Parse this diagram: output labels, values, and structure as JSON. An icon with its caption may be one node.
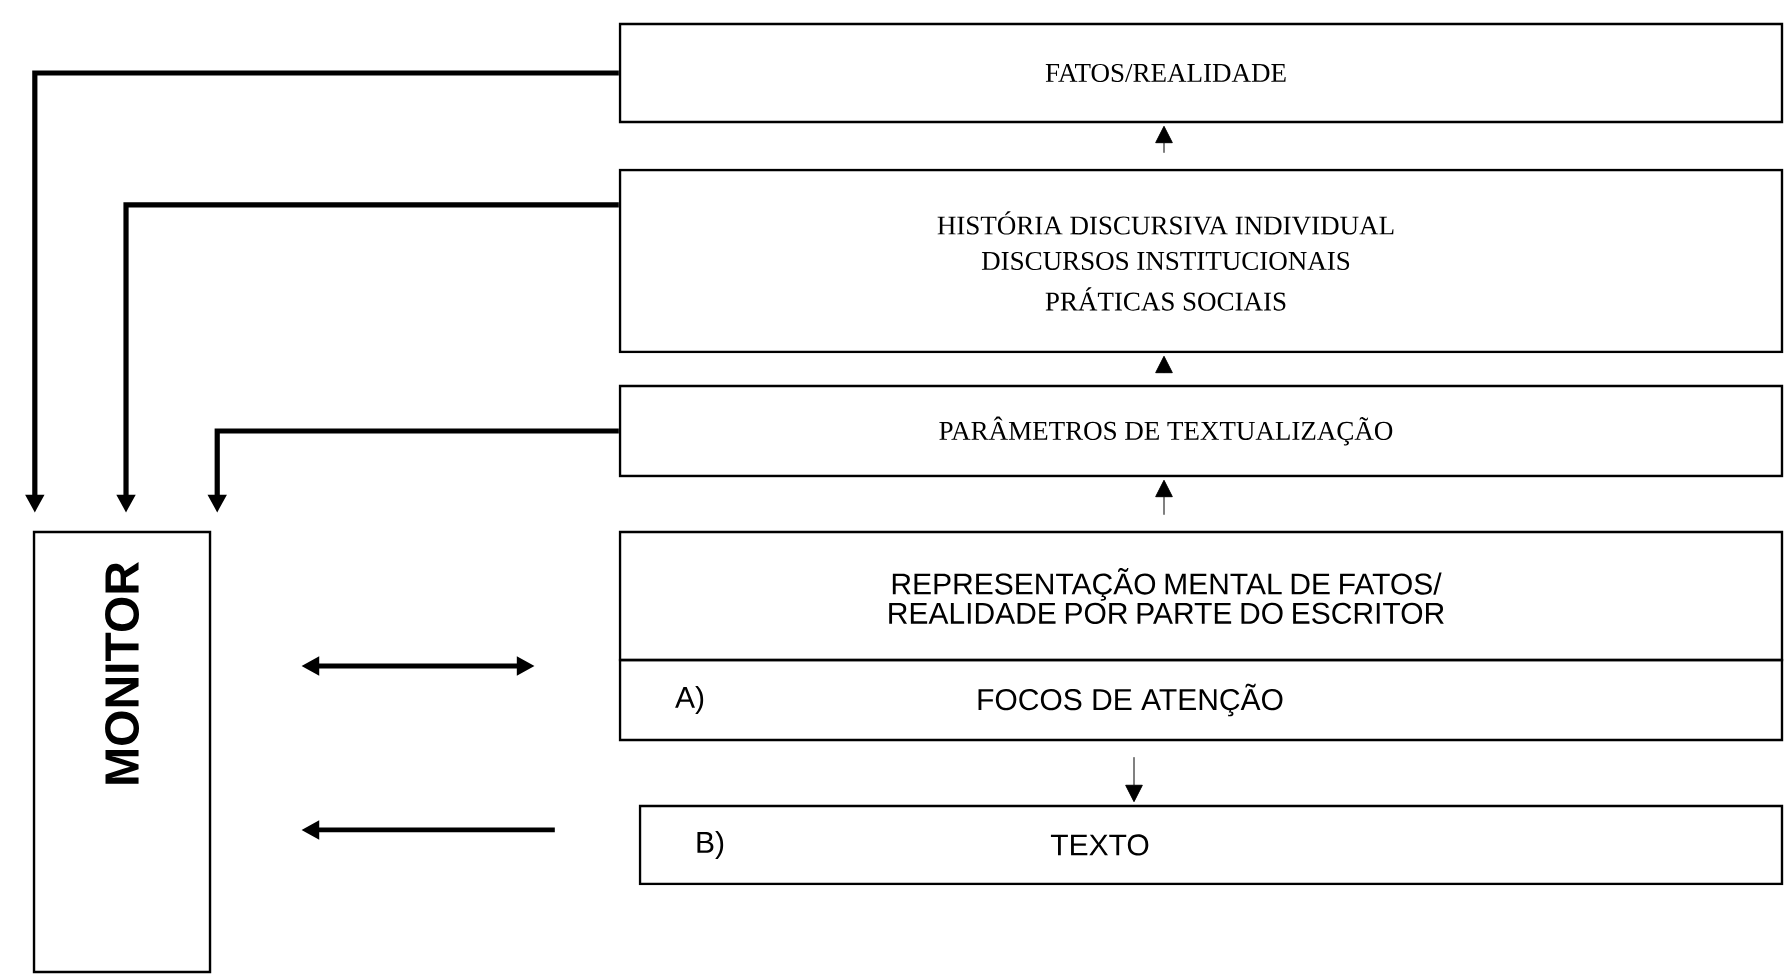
{
  "diagram": {
    "nodes": [
      {
        "text": [
          "FATOS/REALIDADE"
        ]
      },
      {
        "text": [
          "HISTÓRIA DISCURSIVA INDIVIDUAL",
          "DISCURSOS INSTITUCIONAIS",
          "PRÁTICAS SOCIAIS"
        ]
      },
      {
        "text": [
          "PARÂMETROS DE TEXTUALIZAÇÃO"
        ]
      },
      {
        "text": [
          "REPRESENTAÇÃO MENTAL DE FATOS/ REALIDADE POR PARTE DO ESCRITOR"
        ]
      },
      {
        "text": [
          "A)",
          "FOCOS DE ATENÇÃO"
        ]
      },
      {
        "text": [
          "B)",
          "TEXTO"
        ]
      },
      {
        "text": [
          "MONITOR"
        ]
      }
    ],
    "edges": [
      {
        "from": 3,
        "to": 2,
        "arrow": "to"
      },
      {
        "from": 2,
        "to": 1,
        "arrow": "to"
      },
      {
        "from": 1,
        "to": 0,
        "arrow": "to"
      },
      {
        "from": 4,
        "to": 5,
        "arrow": "to"
      },
      {
        "from": 0,
        "to": 6,
        "arrow": "to"
      },
      {
        "from": 1,
        "to": 6,
        "arrow": "to"
      },
      {
        "from": 2,
        "to": 6,
        "arrow": "to"
      },
      {
        "from": 6,
        "to": 3,
        "arrow": "both"
      },
      {
        "from": 5,
        "to": 6,
        "arrow": "to"
      }
    ]
  }
}
